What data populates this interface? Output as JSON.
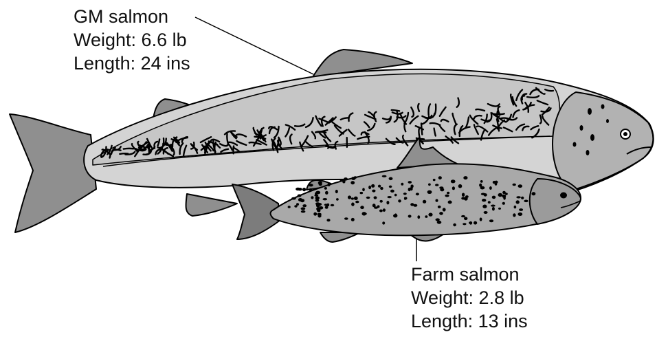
{
  "gm_salmon": {
    "name": "GM salmon",
    "weight": "Weight: 6.6 lb",
    "length": "Length: 24 ins"
  },
  "farm_salmon": {
    "name": "Farm salmon",
    "weight": "Weight: 2.8 lb",
    "length": "Length: 13 ins"
  },
  "colors": {
    "gm_body": "#d4d4d4",
    "gm_back": "#c6c6c6",
    "fins": "#8f8f8f",
    "farm_body": "#a9a9a9",
    "farm_head": "#9b9b9b",
    "outline": "#000000"
  }
}
